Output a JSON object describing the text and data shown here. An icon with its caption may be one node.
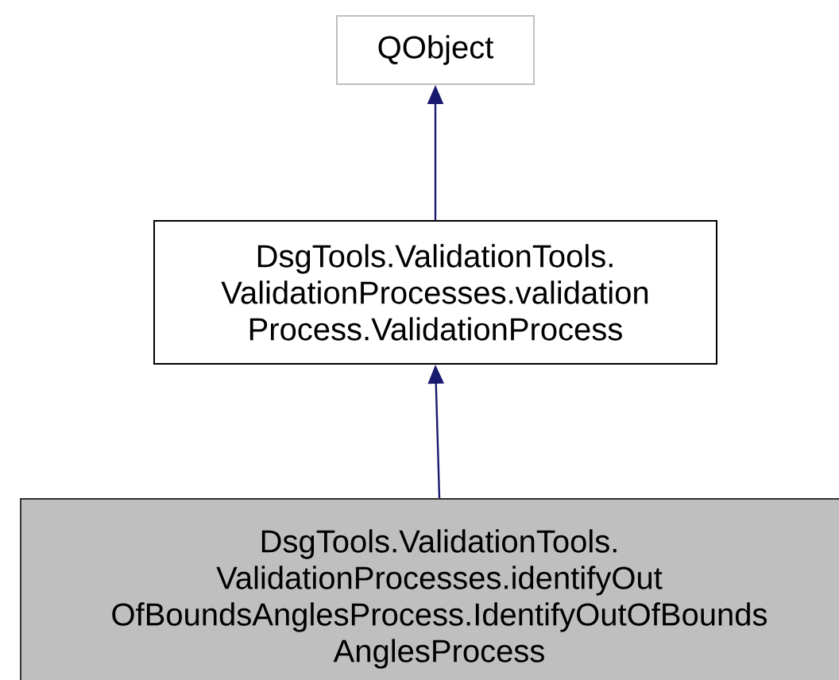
{
  "diagram": {
    "nodes": [
      {
        "text": [
          "QObject"
        ]
      },
      {
        "text": [
          "DsgTools.ValidationTools. ValidationProcesses.validation Process.ValidationProcess"
        ]
      },
      {
        "text": [
          "DsgTools.ValidationTools. ValidationProcesses.identifyOut OfBoundsAnglesProcess.IdentifyOutOfBounds AnglesProcess"
        ]
      }
    ],
    "edges": [
      {
        "from": 1,
        "to": 0,
        "arrow": "to"
      },
      {
        "from": 2,
        "to": 1,
        "arrow": "to"
      }
    ]
  }
}
